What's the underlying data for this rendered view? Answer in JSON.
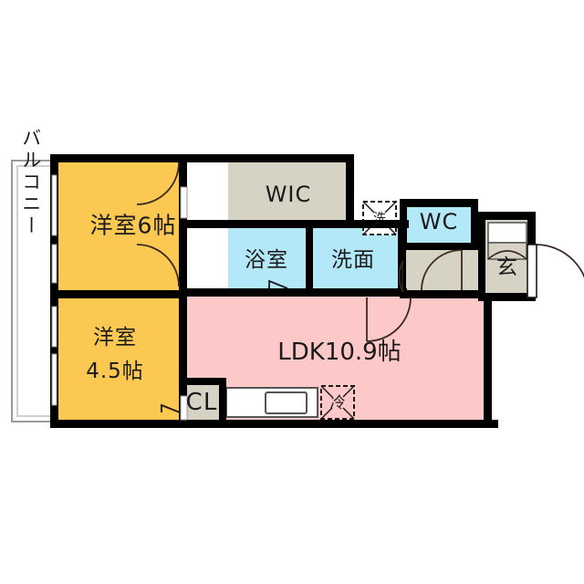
{
  "plan": {
    "type": "japanese-apartment-floor-plan",
    "colors": {
      "wall": "#000000",
      "room_orange": "#fbc852",
      "room_pink": "#fdc8c8",
      "room_blue": "#b3e8f8",
      "room_beige": "#d6d3c4",
      "white": "#ffffff",
      "outline": "#666666",
      "door_arc": "#3a2a22"
    },
    "rooms": [
      {
        "id": "balcony",
        "label": "バルコニー",
        "color_key": "white",
        "orientation": "vertical"
      },
      {
        "id": "washitsu6",
        "label": "洋室6帖",
        "color_key": "room_orange",
        "orientation": "horizontal"
      },
      {
        "id": "washitsu45",
        "label_line1": "洋室",
        "label_line2": "4.5帖",
        "color_key": "room_orange",
        "orientation": "horizontal"
      },
      {
        "id": "wic",
        "label": "WIC",
        "color_key": "room_beige",
        "orientation": "horizontal"
      },
      {
        "id": "bathroom",
        "label": "浴室",
        "color_key": "room_blue",
        "orientation": "horizontal"
      },
      {
        "id": "washbasin",
        "label": "洗面",
        "color_key": "room_blue",
        "orientation": "horizontal"
      },
      {
        "id": "toilet",
        "label": "WC",
        "color_key": "room_blue",
        "orientation": "horizontal"
      },
      {
        "id": "entrance",
        "label": "玄",
        "color_key": "room_beige",
        "orientation": "horizontal"
      },
      {
        "id": "ldk",
        "label": "LDK10.9帖",
        "color_key": "room_pink",
        "orientation": "horizontal"
      },
      {
        "id": "closet",
        "label": "CL",
        "color_key": "room_beige",
        "orientation": "horizontal"
      },
      {
        "id": "hallway",
        "label": "",
        "color_key": "room_beige",
        "orientation": "horizontal"
      }
    ],
    "fixtures": [
      {
        "id": "washing-machine",
        "label": "洗",
        "style": "dashed-box-with-cross"
      },
      {
        "id": "refrigerator",
        "label": "冷",
        "style": "dashed-box-with-cross"
      },
      {
        "id": "kitchen-counter",
        "label": "",
        "style": "counter-with-sink"
      },
      {
        "id": "shoe-cabinet",
        "label": "",
        "style": "plain-box"
      }
    ]
  },
  "labels": {
    "balcony": "バルコニー",
    "room6": "洋室6帖",
    "room45_line1": "洋室",
    "room45_line2": "4.5帖",
    "wic": "WIC",
    "bathroom": "浴室",
    "washbasin": "洗面",
    "wc": "WC",
    "entrance": "玄",
    "ldk": "LDK10.9帖",
    "closet": "CL",
    "washer": "洗",
    "fridge": "冷"
  }
}
